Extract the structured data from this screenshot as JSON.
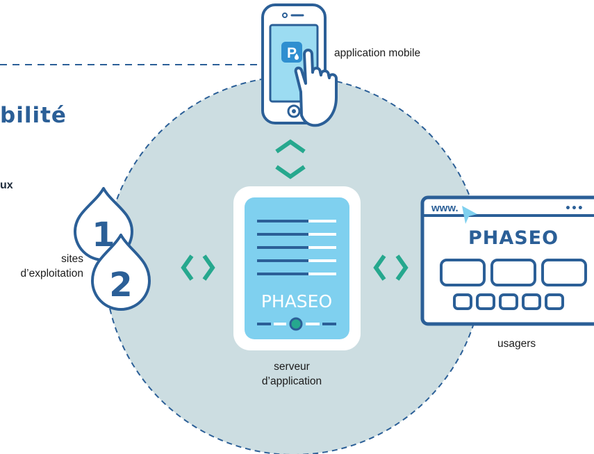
{
  "title_fragment": "bilité",
  "heading_fragment": "ux",
  "labels": {
    "mobile_app": "application mobile",
    "sites_line1": "sites",
    "sites_line2": "d’exploitation",
    "users": "usagers",
    "server_line1": "serveur",
    "server_line2": "d’application"
  },
  "server_brand": "PHASEO",
  "website": {
    "url": "www.",
    "menu_dots": "•••",
    "brand": "PHASEO"
  },
  "phone_app_icon_letter": "P",
  "drops": [
    "1",
    "2"
  ],
  "colors": {
    "navy": "#2b5f97",
    "teal": "#26a88e",
    "circle_fill": "#ccdde1",
    "light_blue": "#7fd0ef",
    "screen_blue": "#99dbf3"
  }
}
